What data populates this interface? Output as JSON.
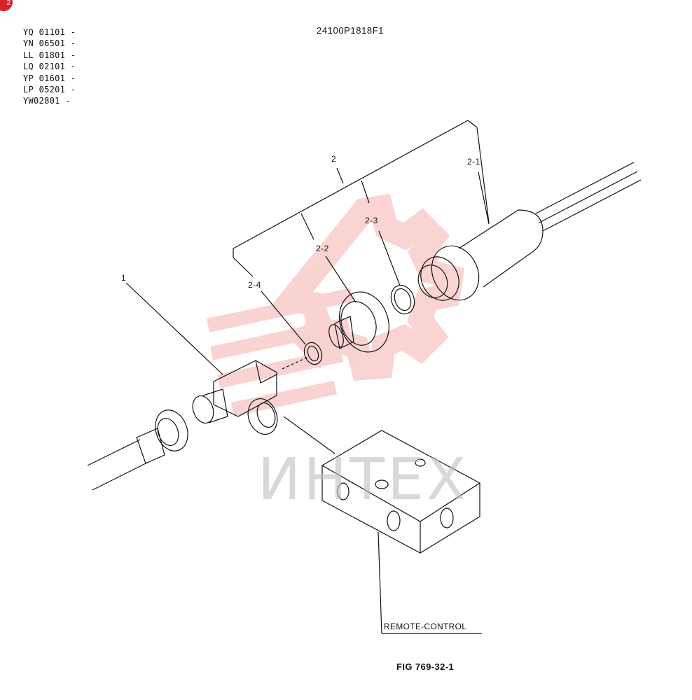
{
  "badge": "2",
  "serials": [
    "YQ 01101 -",
    "YN 06501 -",
    "LL  01801 -",
    "LQ 02101 -",
    "YP 01601 -",
    "LP  05201 -",
    "YW02801 -"
  ],
  "drawing_number": "24100P1818F1",
  "figure_number": "FIG 769-32-1",
  "callouts": {
    "part_1": "1",
    "part_2": "2",
    "part_2_1": "2-1",
    "part_2_2": "2-2",
    "part_2_3": "2-3",
    "part_2_4": "2-4",
    "remote_control": "REMOTE-CONTROL"
  },
  "watermark": {
    "text": "ИНТЕХ",
    "color": "#f4a0a0"
  }
}
